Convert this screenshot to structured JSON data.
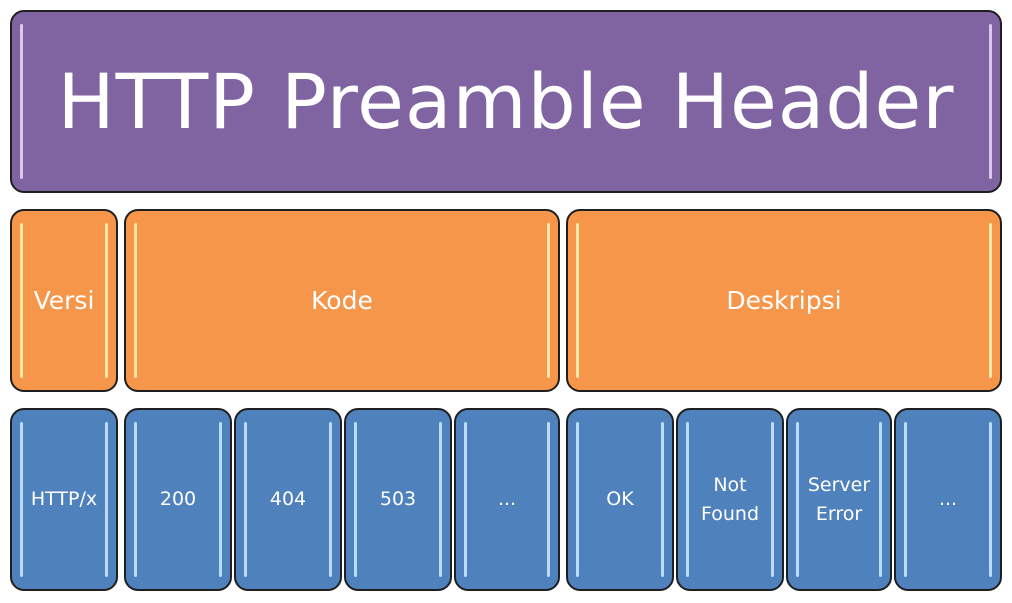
{
  "header": {
    "title": "HTTP Preamble Header"
  },
  "sections": [
    {
      "label": "Versi"
    },
    {
      "label": "Kode"
    },
    {
      "label": "Deskripsi"
    }
  ],
  "items": [
    {
      "label": "HTTP/x"
    },
    {
      "label": "200"
    },
    {
      "label": "404"
    },
    {
      "label": "503"
    },
    {
      "label": "..."
    },
    {
      "label": "OK"
    },
    {
      "label": "Not\nFound"
    },
    {
      "label": "Server\nError"
    },
    {
      "label": "..."
    }
  ],
  "colors": {
    "header": "#8064a2",
    "section": "#f5964a",
    "item": "#4f81bd"
  }
}
